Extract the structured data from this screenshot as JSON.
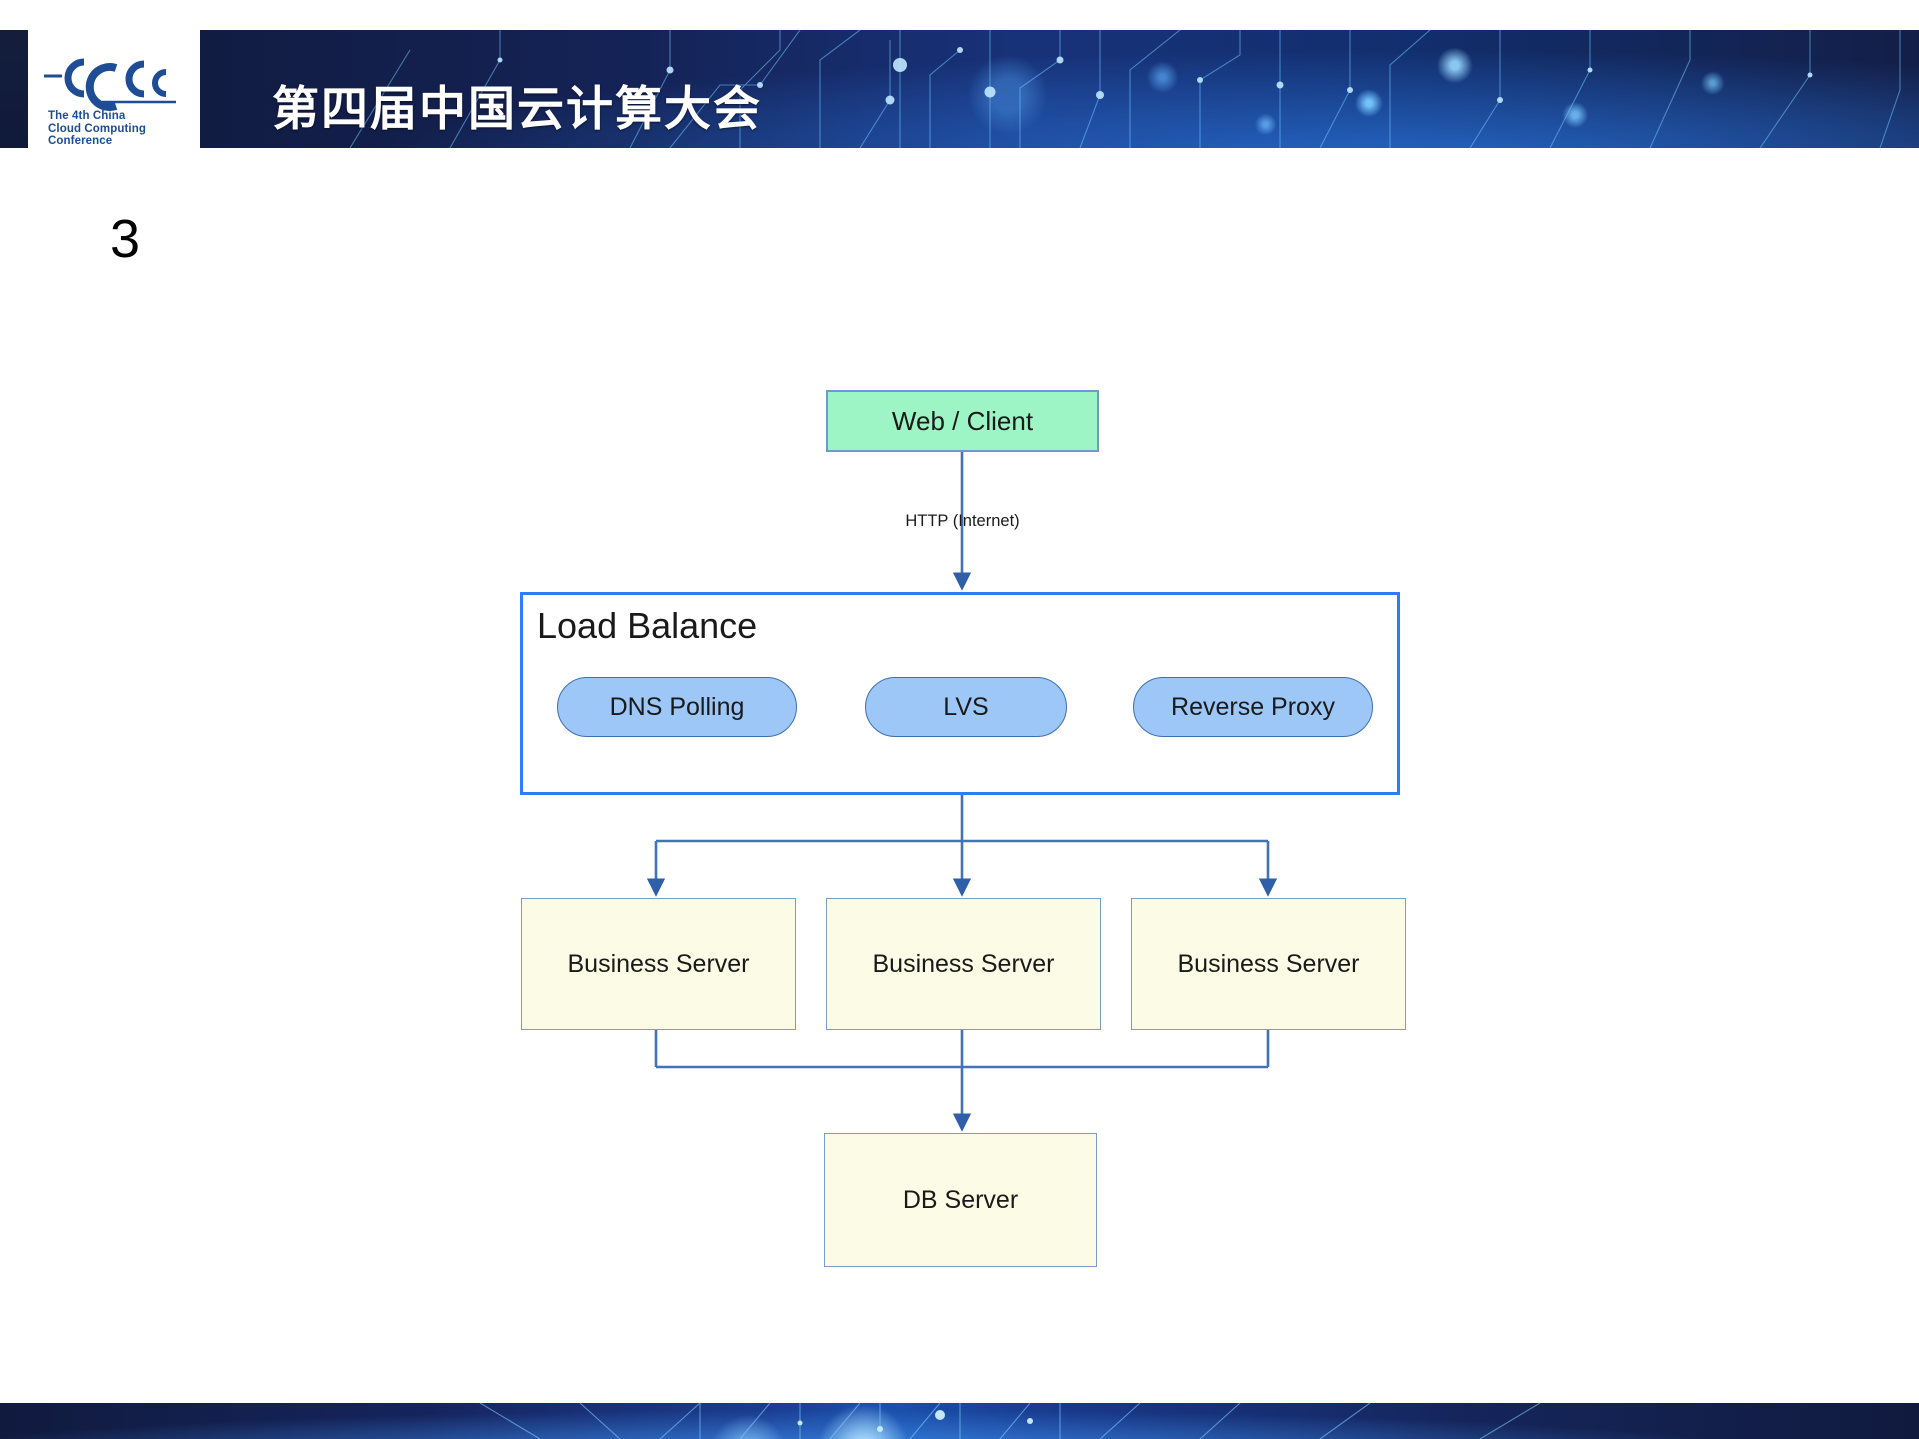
{
  "header": {
    "title": "第四届中国云计算大会",
    "logo": {
      "mark": "cccc-logo-icon",
      "caption_line1": "The 4th China",
      "caption_line2": "Cloud Computing",
      "caption_line3": "Conference"
    },
    "band_color": "#131d40",
    "accent_color": "#1b57b8"
  },
  "slide": {
    "number": "3"
  },
  "diagram": {
    "web_client": {
      "label": "Web / Client",
      "fill": "#9DF5C5",
      "stroke": "#6C9ACF"
    },
    "http_edge_label": "HTTP (Internet)",
    "load_balance": {
      "title": "Load Balance",
      "stroke": "#2C7DF7",
      "methods": [
        {
          "label": "DNS Polling"
        },
        {
          "label": "LVS"
        },
        {
          "label": "Reverse Proxy"
        }
      ],
      "method_fill": "#9CC7F7",
      "method_stroke": "#3E6FAE"
    },
    "business_servers": [
      {
        "label": "Business Server"
      },
      {
        "label": "Business Server"
      },
      {
        "label": "Business Server"
      }
    ],
    "db_server": {
      "label": "DB Server"
    },
    "server_fill": "#FCFCE6",
    "server_stroke": "#7B9CCB",
    "connector_color": "#4472B8"
  },
  "footer": {
    "band_color": "#131d40"
  }
}
